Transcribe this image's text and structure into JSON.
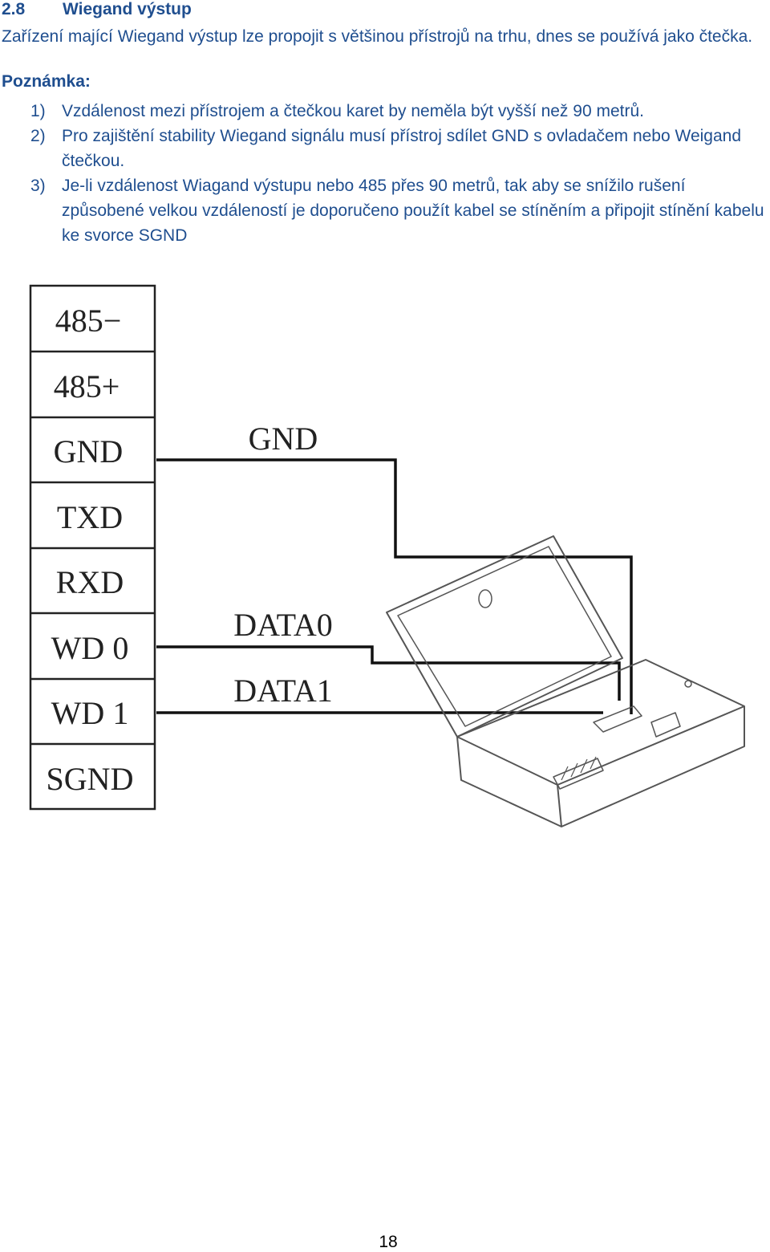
{
  "section": {
    "number": "2.8",
    "title": "Wiegand výstup"
  },
  "intro": "Zařízení mající Wiegand výstup lze propojit s většinou přístrojů na trhu, dnes se používá jako čtečka.",
  "note": {
    "label": "Poznámka:",
    "items": [
      {
        "num": "1)",
        "text": "Vzdálenost mezi přístrojem a čtečkou karet by neměla být vyšší než 90 metrů."
      },
      {
        "num": "2)",
        "text": "Pro zajištění stability Wiegand signálu musí přístroj sdílet GND s ovladačem nebo Weigand čtečkou."
      },
      {
        "num": "3)",
        "text": "Je-li vzdálenost Wiagand výstupu nebo 485 přes 90 metrů, tak aby se snížilo rušení způsobené velkou vzdáleností je doporučeno použít kabel se stíněním a připojit stínění kabelu ke svorce SGND"
      }
    ]
  },
  "diagram": {
    "terminals": [
      "485−",
      "485+",
      "GND",
      "TXD",
      "RXD",
      "WD 0",
      "WD 1",
      "SGND"
    ],
    "wires": [
      "GND",
      "DATA0",
      "DATA1"
    ]
  },
  "page_number": "18"
}
